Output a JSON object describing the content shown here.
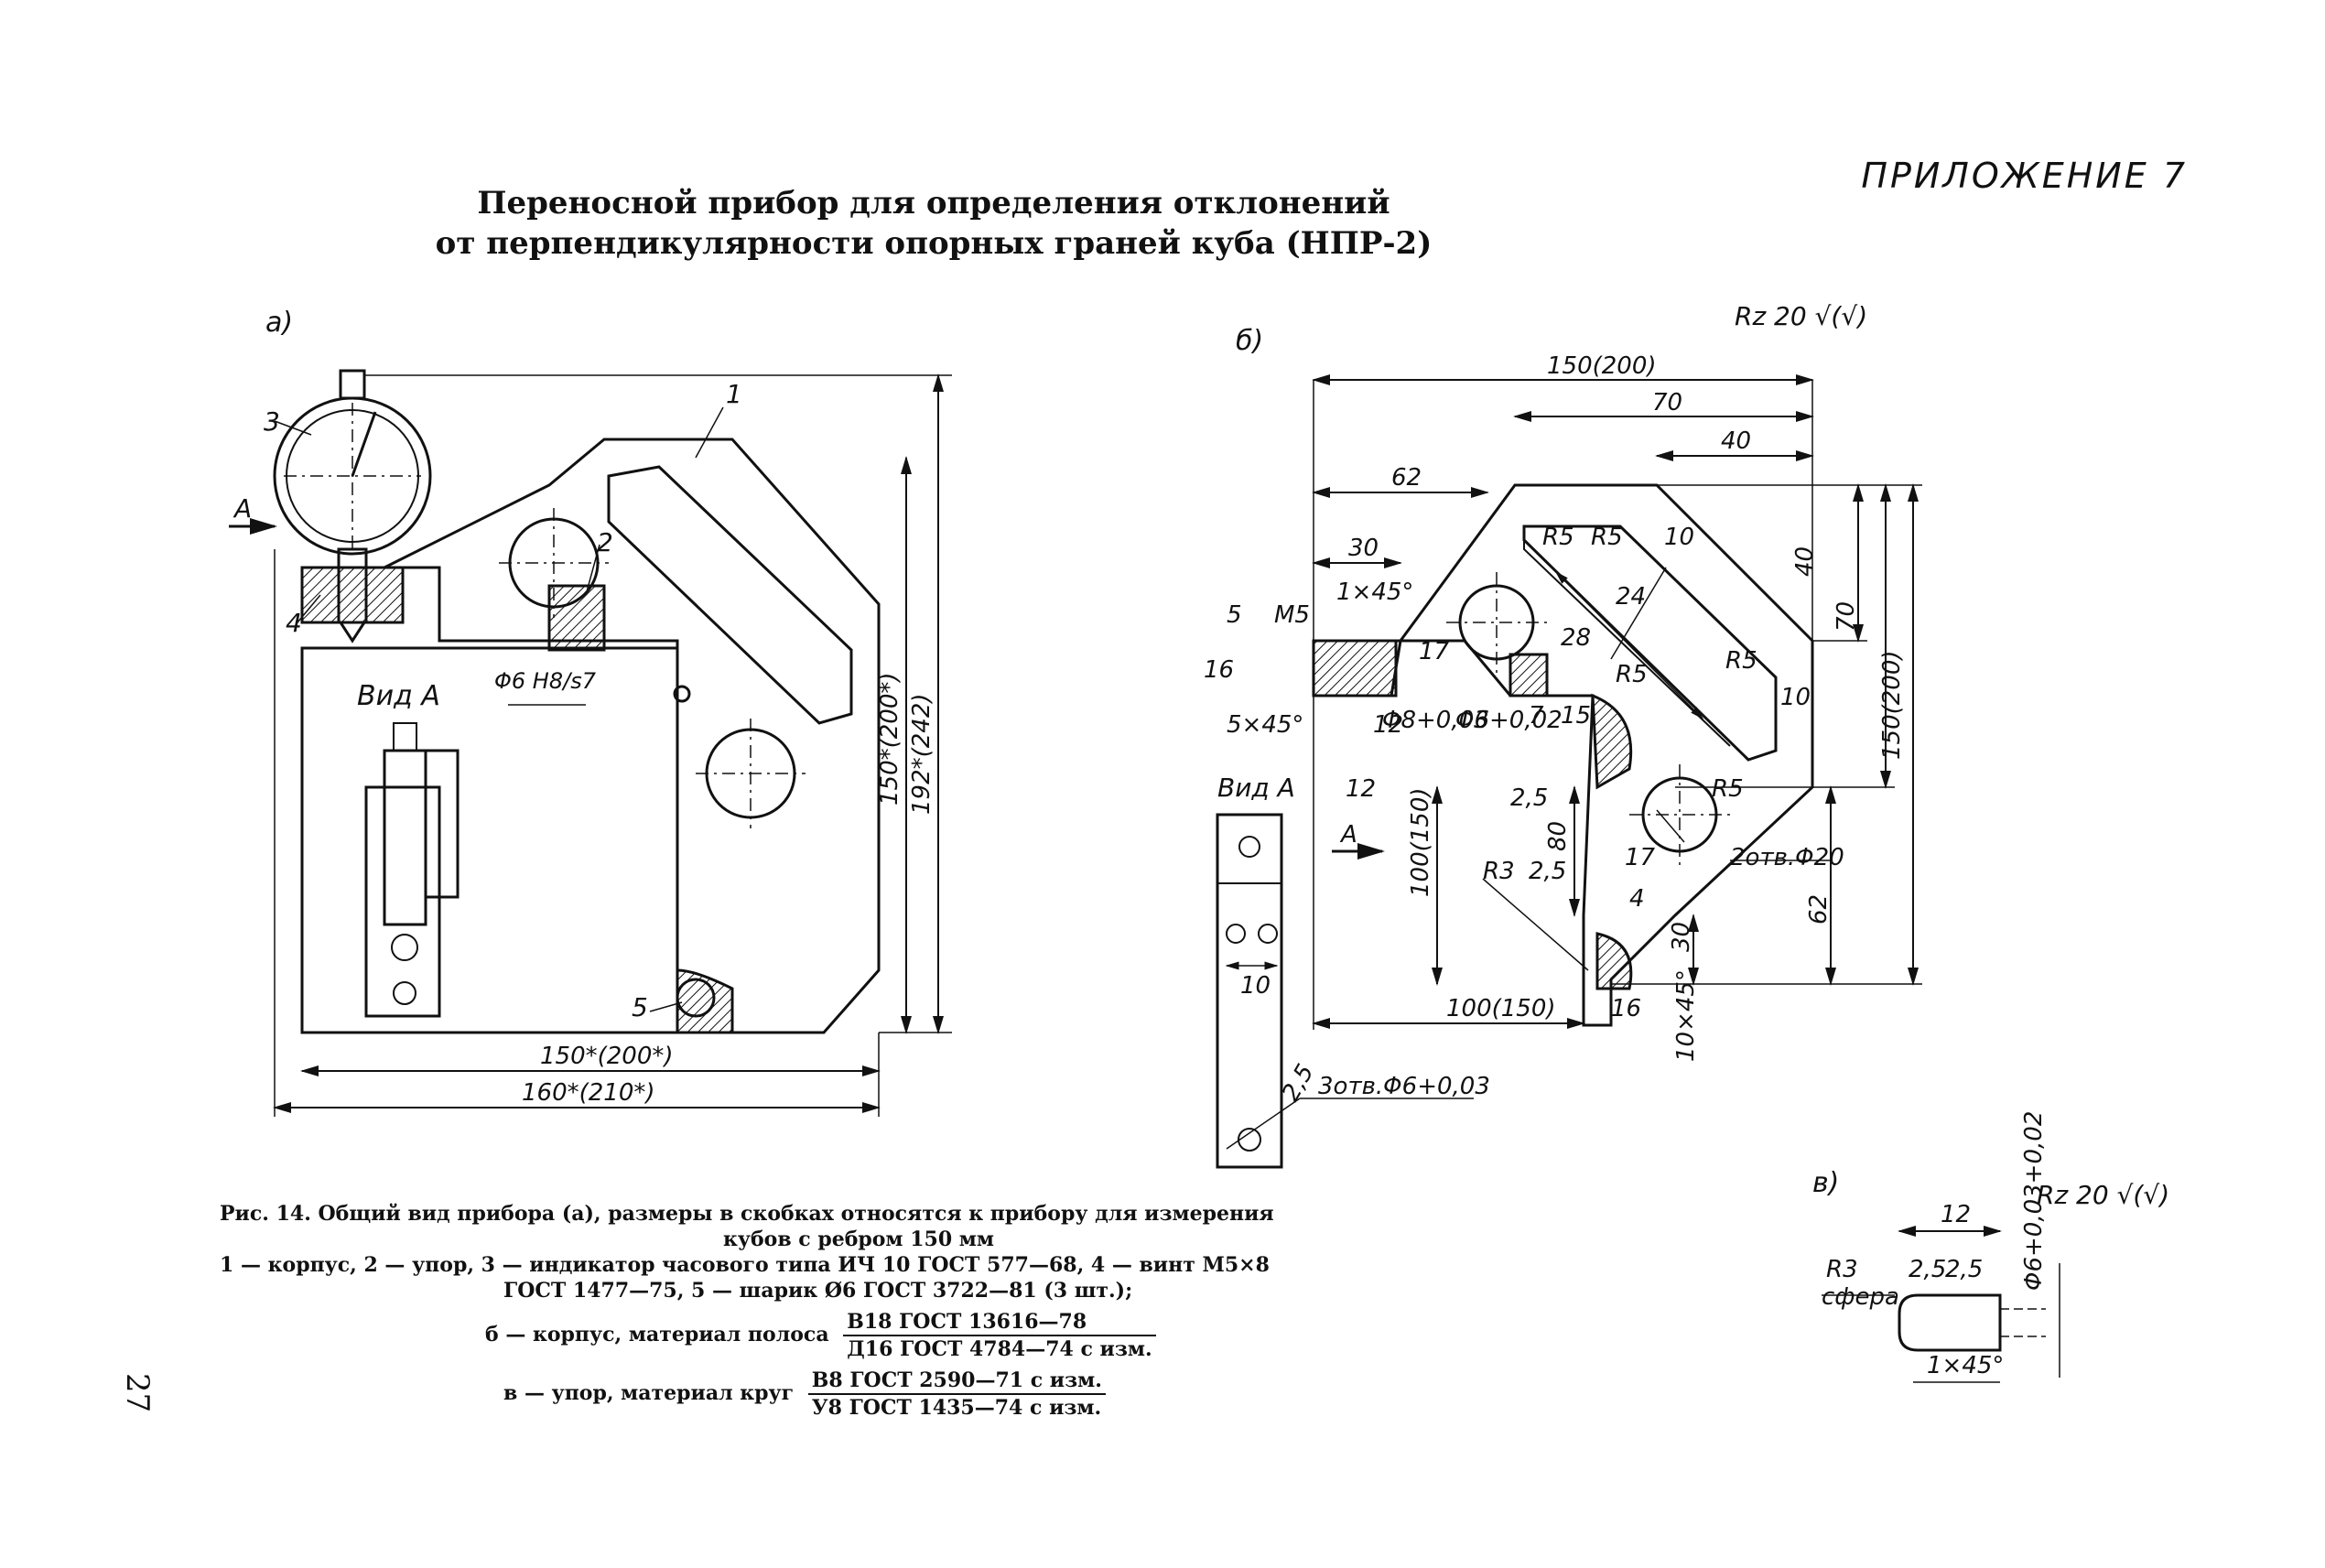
{
  "appendix": "ПРИЛОЖЕНИЕ 7",
  "title": {
    "line1": "Переносной прибор для определения отклонений",
    "line2": "от перпендикулярности опорных граней куба (НПР-2)"
  },
  "views": {
    "a": "а)",
    "b": "б)",
    "v": "в)",
    "vid_a": "Вид А",
    "arrow_a": "А"
  },
  "roughness": {
    "b": "Rz 20 √(√)",
    "v": "Rz 20 √(√)"
  },
  "view_a": {
    "parts": [
      "1",
      "2",
      "3",
      "4",
      "5"
    ],
    "fit": "Φ6 H8/s7",
    "dims": {
      "height_inner": "150*(200*)",
      "height_outer": "192*(242)",
      "width_inner": "150*(200*)",
      "width_outer": "160*(210*)"
    }
  },
  "view_b": {
    "dims": [
      "150(200)",
      "70",
      "40",
      "62",
      "30",
      "1×45°",
      "5",
      "M5",
      "16",
      "5×45°",
      "10",
      "R5",
      "R5",
      "10",
      "24",
      "40",
      "70",
      "150(200)",
      "17",
      "28",
      "R5",
      "12",
      "Φ8+0,03",
      "Φ6+0,02",
      "7",
      "15",
      "12",
      "2,5",
      "R5",
      "10",
      "R5",
      "100(150)",
      "80",
      "17",
      "2отв.Φ20",
      "R3",
      "2,5",
      "4",
      "62",
      "30",
      "100(150)",
      "16",
      "10×45°"
    ],
    "vid_a_dims": [
      "10",
      "2,5",
      "3отв.Φ6+0,03"
    ]
  },
  "view_v": {
    "dims": [
      "12",
      "R3",
      "сфера",
      "2,5",
      "2,5",
      "Φ6+0,03+0,02",
      "1×45°"
    ]
  },
  "caption": {
    "line1": "Рис. 14. Общий вид прибора (а), размеры в скобках относятся к прибору для измерения",
    "line2": "кубов с ребром 150 мм",
    "line3": "1 — корпус, 2 — упор, 3 — индикатор часового типа ИЧ 10 ГОСТ 577—68, 4 — винт М5×8",
    "line4": "ГОСТ 1477—75, 5 — шарик Ø6 ГОСТ 3722—81 (3 шт.);",
    "line5_prefix": "б — корпус, материал полоса",
    "line5_num": "В18 ГОСТ 13616—78",
    "line5_den": "Д16 ГОСТ 4784—74 с изм.",
    "line6_prefix": "в — упор, материал круг",
    "line6_num": "В8 ГОСТ 2590—71 с изм.",
    "line6_den": "У8 ГОСТ 1435—74 с изм."
  },
  "page_number": "27"
}
